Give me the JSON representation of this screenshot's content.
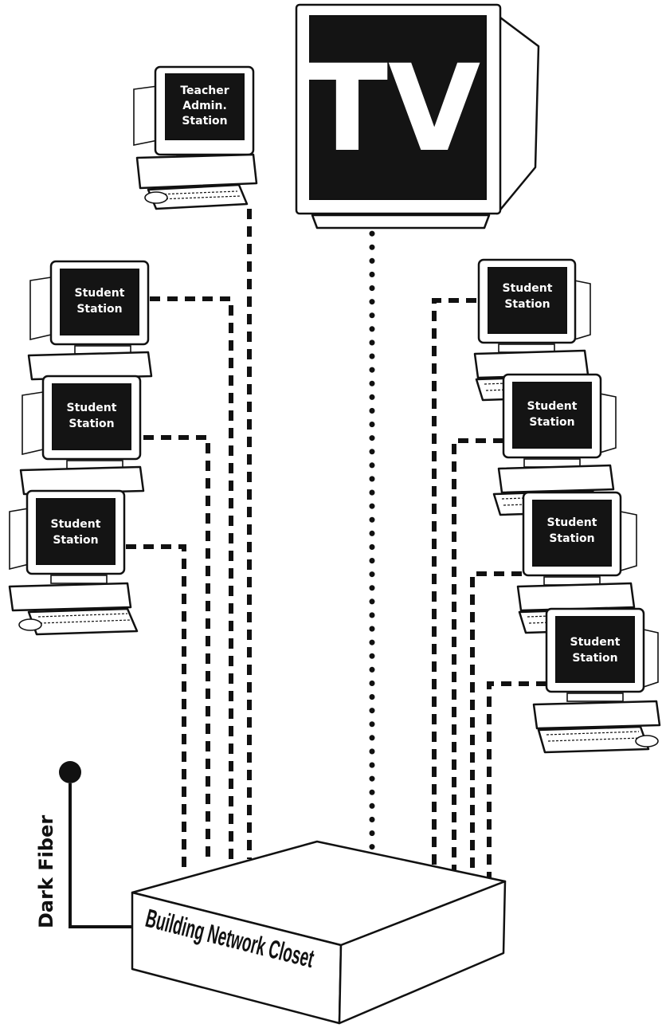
{
  "teacher_station": {
    "label_lines": [
      "Teacher",
      "Admin.",
      "Station"
    ]
  },
  "tv": {
    "label": "TV"
  },
  "student_station_label_lines": [
    "Student",
    "Station"
  ],
  "closet": {
    "label": "Building Network Closet"
  },
  "dark_fiber": {
    "label": "Dark Fiber"
  },
  "colors": {
    "ink": "#111111",
    "screen": "#141414",
    "paper": "#ffffff"
  }
}
